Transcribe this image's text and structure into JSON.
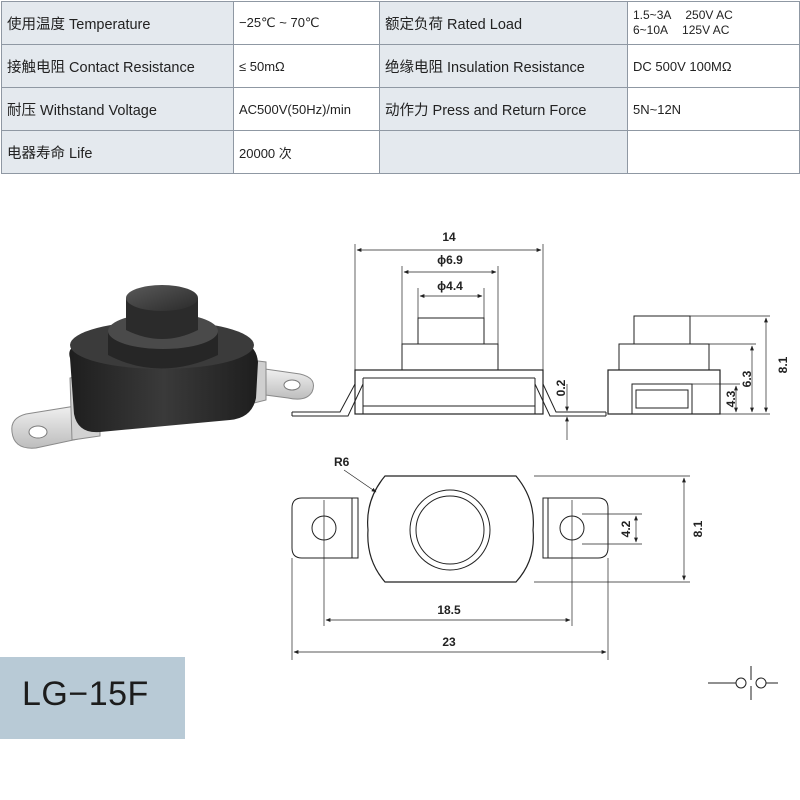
{
  "specs": {
    "rows": [
      {
        "label1": "使用温度 Temperature",
        "value1": "−25℃ ~ 70℃",
        "label2": "额定负荷 Rated Load",
        "value2_lines": [
          [
            "1.5~3A",
            "250V AC"
          ],
          [
            "6~10A",
            "125V AC"
          ]
        ]
      },
      {
        "label1": "接触电阻 Contact Resistance",
        "value1": "≤ 50mΩ",
        "label2": "绝缘电阻 Insulation Resistance",
        "value2": "DC 500V 100MΩ"
      },
      {
        "label1": "耐压 Withstand Voltage",
        "value1": "AC500V(50Hz)/min",
        "label2": "动作力 Press and Return Force",
        "value2": "5N~12N"
      },
      {
        "label1": "电器寿命 Life",
        "value1": "20000 次",
        "label2": "",
        "value2": ""
      }
    ]
  },
  "drawing": {
    "dims": {
      "width_14": "14",
      "dia_6_9": "ϕ6.9",
      "dia_4_4": "ϕ4.4",
      "thk_0_2": "0.2",
      "h_4_3": "4.3",
      "h_6_3": "6.3",
      "h_8_1": "8.1",
      "radius_r6": "R6",
      "w_4_2": "4.2",
      "w_8_1": "8.1",
      "len_18_5": "18.5",
      "len_23": "23"
    }
  },
  "model": "LG−15F",
  "colors": {
    "table_label_bg": "#e4e9ee",
    "table_border": "#8f98a3",
    "model_badge_bg": "#b8cad6",
    "switch_body": "#2a2a2a",
    "terminal": "#d8d8d8"
  }
}
